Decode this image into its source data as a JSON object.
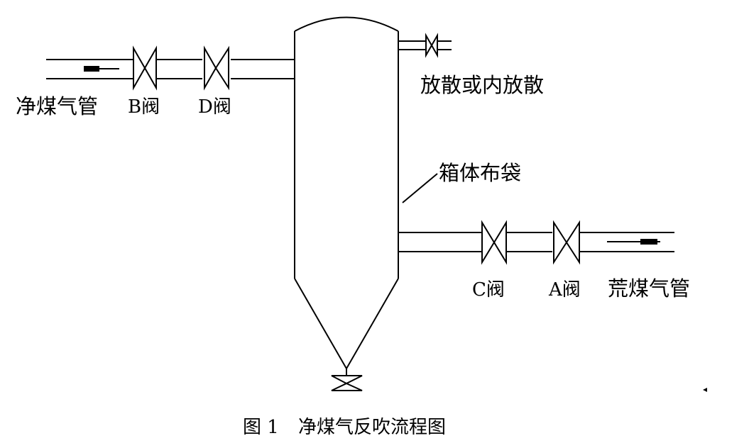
{
  "labels": {
    "clean_gas_pipe": "净煤气管",
    "valve_b": "B阀",
    "valve_d": "D阀",
    "vent": "放散或内放散",
    "bag_box": "箱体布袋",
    "valve_c": "C阀",
    "valve_a": "A阀",
    "raw_gas_pipe": "荒煤气管"
  },
  "caption": {
    "number": "图 1",
    "title": "净煤气反吹流程图"
  },
  "colors": {
    "ink": "#000000",
    "background": "#ffffff"
  }
}
